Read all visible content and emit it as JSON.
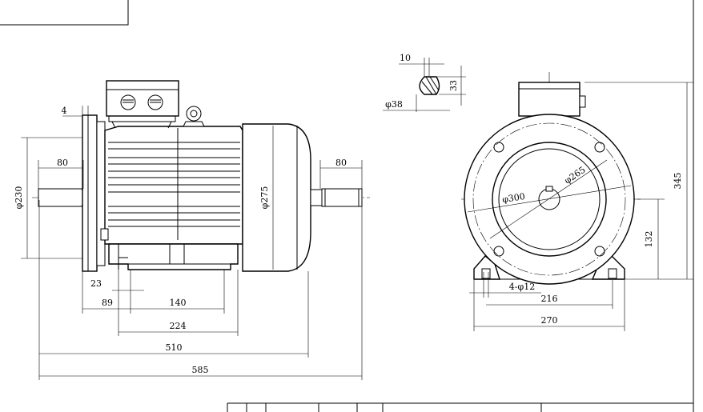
{
  "dimensions": {
    "side_view": {
      "flange_thickness": "4",
      "shaft_length_left": "80",
      "flange_diameter": "φ230",
      "housing_diameter": "φ275",
      "shaft_length_right": "80",
      "dim_23": "23",
      "dim_89": "89",
      "foot_hole_spacing": "140",
      "foot_width": "224",
      "length_510": "510",
      "overall_length": "585"
    },
    "key_detail": {
      "key_width": "10",
      "key_height": "33",
      "shaft_diameter": "φ38"
    },
    "end_view": {
      "pcd": "φ265",
      "spigot_diameter": "φ300",
      "height_345": "345",
      "shaft_height": "132",
      "foot_holes": "4-φ12",
      "foot_hole_distance": "216",
      "base_width": "270"
    }
  }
}
